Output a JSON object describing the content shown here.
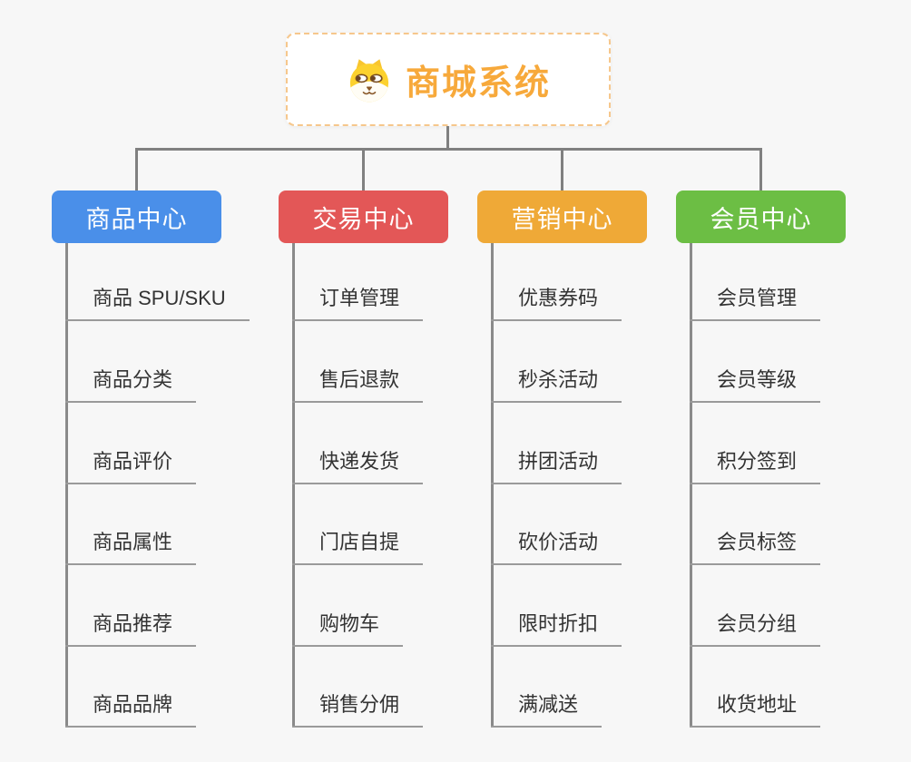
{
  "root": {
    "label": "商城系统",
    "icon": "dog-face-icon",
    "text_color": "#f7a93b",
    "border_color": "#f6c78c"
  },
  "branches": [
    {
      "label": "商品中心",
      "color": "#4a8fe9",
      "children": [
        "商品 SPU/SKU",
        "商品分类",
        "商品评价",
        "商品属性",
        "商品推荐",
        "商品品牌"
      ]
    },
    {
      "label": "交易中心",
      "color": "#e35757",
      "children": [
        "订单管理",
        "售后退款",
        "快递发货",
        "门店自提",
        "购物车",
        "销售分佣"
      ]
    },
    {
      "label": "营销中心",
      "color": "#efa937",
      "children": [
        "优惠券码",
        "秒杀活动",
        "拼团活动",
        "砍价活动",
        "限时折扣",
        "满减送"
      ]
    },
    {
      "label": "会员中心",
      "color": "#6cbe44",
      "children": [
        "会员管理",
        "会员等级",
        "积分签到",
        "会员标签",
        "会员分组",
        "收货地址"
      ]
    }
  ],
  "connector_color": "#808080"
}
